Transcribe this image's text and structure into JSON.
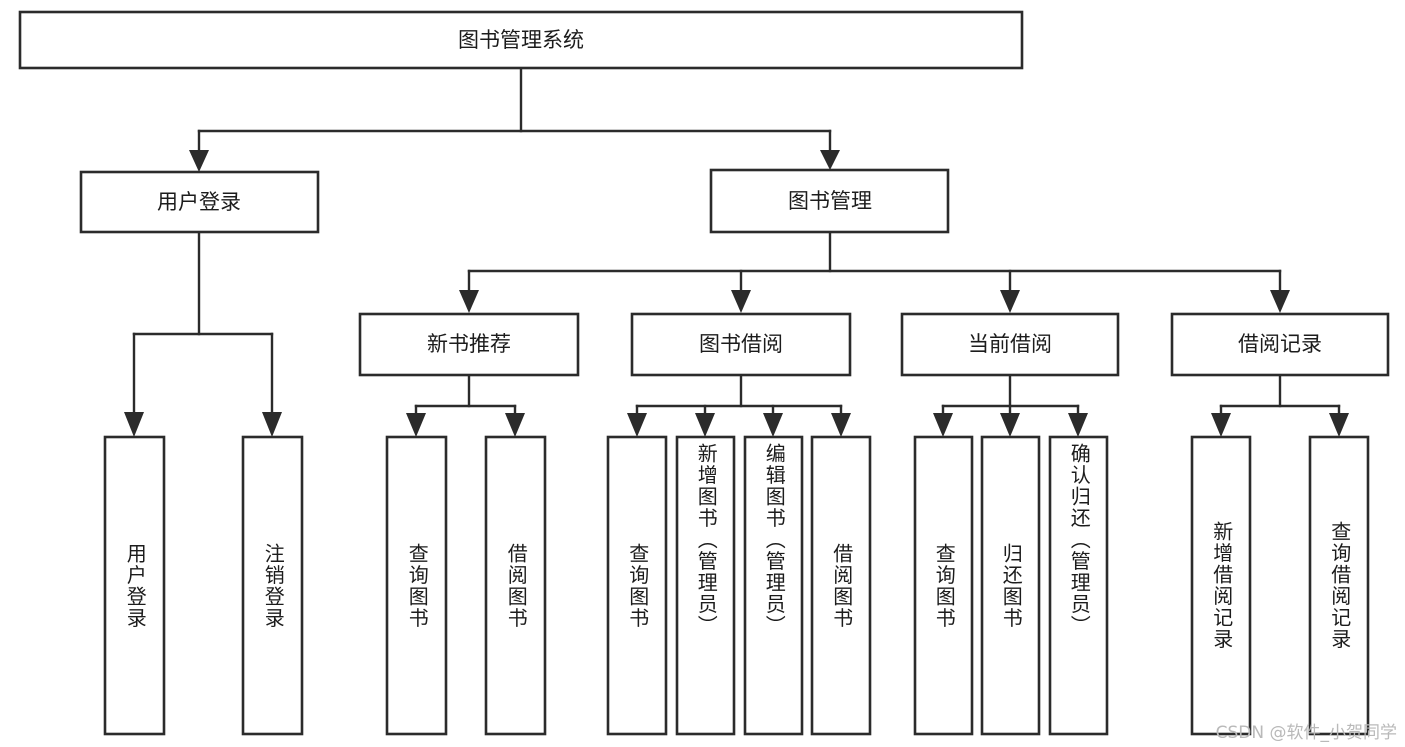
{
  "diagram": {
    "title": "图书管理系统",
    "type": "hierarchy-tree",
    "root": {
      "id": "root",
      "label": "图书管理系统"
    },
    "level2": [
      {
        "id": "user-login",
        "label": "用户登录"
      },
      {
        "id": "book-manage",
        "label": "图书管理"
      }
    ],
    "level3": [
      {
        "id": "new-book-rec",
        "label": "新书推荐",
        "parent": "book-manage"
      },
      {
        "id": "book-borrow",
        "label": "图书借阅",
        "parent": "book-manage"
      },
      {
        "id": "current-borrow",
        "label": "当前借阅",
        "parent": "book-manage"
      },
      {
        "id": "borrow-record",
        "label": "借阅记录",
        "parent": "book-manage"
      }
    ],
    "leaves": [
      {
        "id": "leaf-user-login",
        "label": "用户登录",
        "parent": "user-login"
      },
      {
        "id": "leaf-logout",
        "label": "注销登录",
        "parent": "user-login"
      },
      {
        "id": "leaf-query-book-1",
        "label": "查询图书",
        "parent": "new-book-rec"
      },
      {
        "id": "leaf-borrow-book-1",
        "label": "借阅图书",
        "parent": "new-book-rec"
      },
      {
        "id": "leaf-query-book-2",
        "label": "查询图书",
        "parent": "book-borrow"
      },
      {
        "id": "leaf-add-book",
        "label": "新增图书（管理员）",
        "parent": "book-borrow"
      },
      {
        "id": "leaf-edit-book",
        "label": "编辑图书（管理员）",
        "parent": "book-borrow"
      },
      {
        "id": "leaf-borrow-book-2",
        "label": "借阅图书",
        "parent": "book-borrow"
      },
      {
        "id": "leaf-query-book-3",
        "label": "查询图书",
        "parent": "current-borrow"
      },
      {
        "id": "leaf-return-book",
        "label": "归还图书",
        "parent": "current-borrow"
      },
      {
        "id": "leaf-confirm-return",
        "label": "确认归还（管理员）",
        "parent": "current-borrow"
      },
      {
        "id": "leaf-add-record",
        "label": "新增借阅记录",
        "parent": "borrow-record"
      },
      {
        "id": "leaf-query-record",
        "label": "查询借阅记录",
        "parent": "borrow-record"
      }
    ]
  },
  "watermark": {
    "text": "CSDN @软件_小贺同学"
  },
  "colors": {
    "stroke": "#2b2b2b",
    "fill": "#ffffff",
    "text": "#1c1c1c",
    "watermark": "#b9b9b9"
  }
}
